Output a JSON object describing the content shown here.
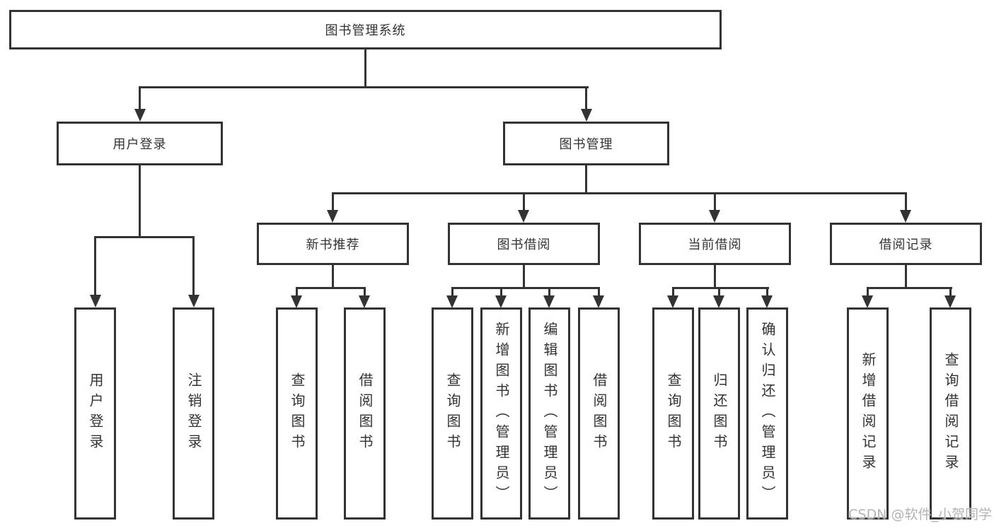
{
  "diagram": {
    "root": {
      "label": "图书管理系统"
    },
    "branches": [
      {
        "label": "用户登录",
        "children": [
          {
            "label": "用户登录"
          },
          {
            "label": "注销登录"
          }
        ]
      },
      {
        "label": "图书管理",
        "groups": [
          {
            "label": "新书推荐",
            "children": [
              {
                "label": "查询图书"
              },
              {
                "label": "借阅图书"
              }
            ]
          },
          {
            "label": "图书借阅",
            "children": [
              {
                "label": "查询图书"
              },
              {
                "label": "新增图书（管理员）"
              },
              {
                "label": "编辑图书（管理员）"
              },
              {
                "label": "借阅图书"
              }
            ]
          },
          {
            "label": "当前借阅",
            "children": [
              {
                "label": "查询图书"
              },
              {
                "label": "归还图书"
              },
              {
                "label": "确认归还（管理员）"
              }
            ]
          },
          {
            "label": "借阅记录",
            "children": [
              {
                "label": "新增借阅记录"
              },
              {
                "label": "查询借阅记录"
              }
            ]
          }
        ]
      }
    ]
  },
  "watermark": {
    "text": "CSDN @软件_小贺同学"
  },
  "colors": {
    "line": "#333333",
    "text": "#333333",
    "background": "#ffffff",
    "watermark": "#b3b3b3"
  }
}
